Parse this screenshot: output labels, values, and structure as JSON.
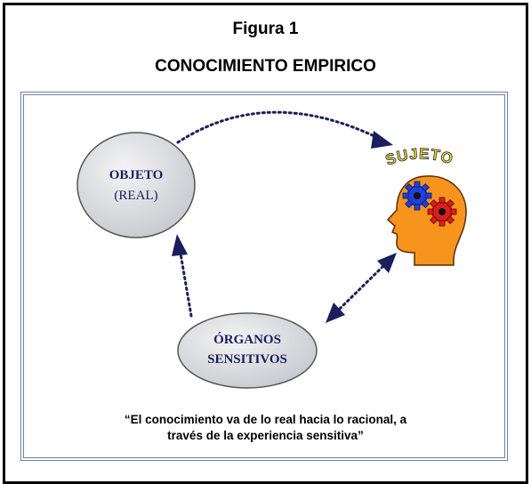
{
  "figure": {
    "number_label": "Figura 1",
    "title": "CONOCIMIENTO EMPIRICO"
  },
  "nodes": {
    "objeto": {
      "line1": "OBJETO",
      "line2": "(REAL)"
    },
    "organos": {
      "line1": "ÓRGANOS",
      "line2": "SENSITIVOS"
    },
    "sujeto": {
      "label": "SUJETO"
    }
  },
  "quote": {
    "line1": "“El conocimiento va de lo real hacia lo racional, a",
    "line2": "través de la experiencia sensitiva”"
  },
  "colors": {
    "ellipse_fill": "#d9dade",
    "arrow": "#1a1e5c",
    "head_fill": "#f7941d",
    "gear_blue": "#1f3fd8",
    "gear_red": "#d81f1f",
    "sujeto_text": "#f5e200",
    "frame": "#6f7fa8"
  },
  "icons": [
    "head-icon",
    "gear-icon"
  ]
}
